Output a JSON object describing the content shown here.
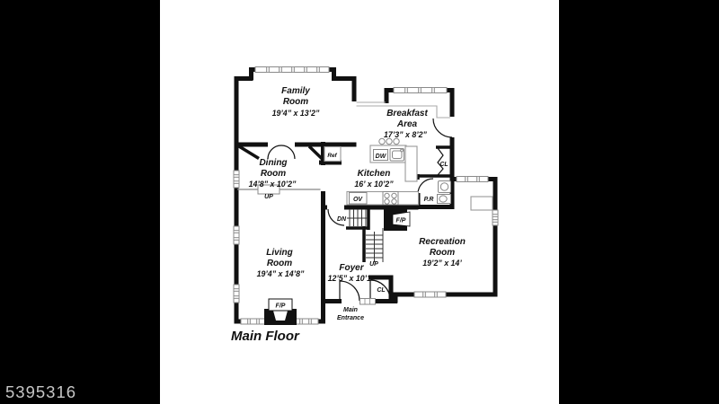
{
  "watermark": "5395316",
  "floor_title": "Main Floor",
  "rooms": {
    "family": {
      "line1": "Family",
      "line2": "Room",
      "dims": "19’4” x 13’2”"
    },
    "breakfast": {
      "line1": "Breakfast",
      "line2": "Area",
      "dims": "17’3” x 8’2”"
    },
    "dining": {
      "line1": "Dining",
      "line2": "Room",
      "dims": "14’8” x 10’2”"
    },
    "kitchen": {
      "line1": "Kitchen",
      "dims": "16’ x 10’2”"
    },
    "living": {
      "line1": "Living",
      "line2": "Room",
      "dims": "19’4” x 14’8”"
    },
    "foyer": {
      "line1": "Foyer",
      "dims": "12’5” x 10’1”"
    },
    "recreation": {
      "line1": "Recreation",
      "line2": "Room",
      "dims": "19’2” x 14’"
    }
  },
  "fixtures": {
    "ref": "Ref",
    "dw": "DW",
    "ov": "OV",
    "pr": "P.R",
    "cl_breakfast": "CL",
    "cl_foyer": "CL",
    "fp_kitchen": "F/P",
    "fp_living": "F/P",
    "dn": "DN",
    "up_stairs": "UP",
    "up_step": "UP",
    "entrance_line1": "Main",
    "entrance_line2": "Entrance"
  },
  "colors": {
    "background": "#000000",
    "paper": "#ffffff",
    "wall": "#111111",
    "fixture_line": "#999999",
    "watermark_text": "#c6c6c6"
  }
}
